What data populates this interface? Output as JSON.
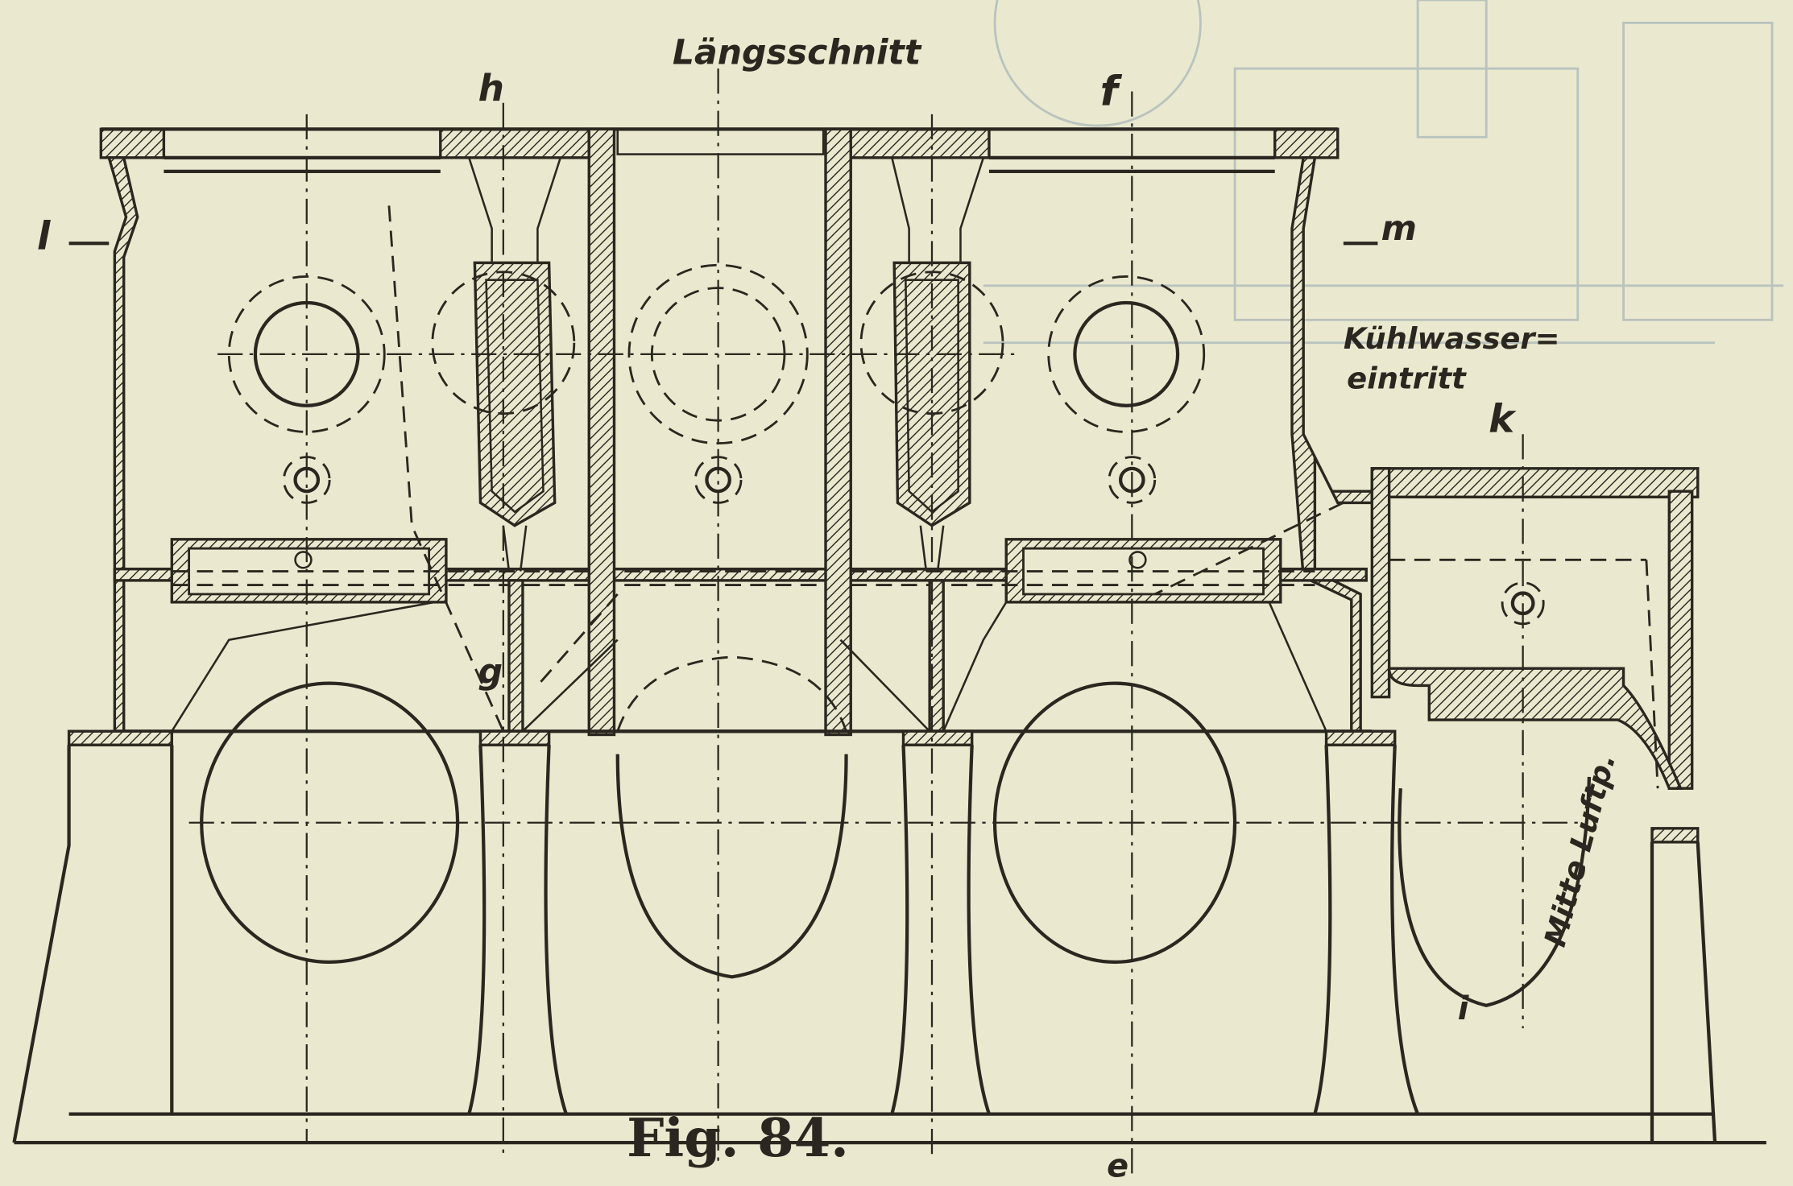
{
  "figure": {
    "caption": "Fig. 84.",
    "title": "Längsschnitt",
    "section_marks": {
      "h": "h",
      "f": "f",
      "l": "l",
      "m": "m",
      "k": "k",
      "g": "g",
      "i": "i",
      "e": "e"
    },
    "annotations": {
      "coolant_line1": "Kühlwasser=",
      "coolant_line2": "eintritt",
      "air_pump": "Mitte Luftp."
    }
  },
  "colors": {
    "paper": "#eae9cf",
    "ink": "#2b2720",
    "bleed": "#c9cfc4"
  }
}
